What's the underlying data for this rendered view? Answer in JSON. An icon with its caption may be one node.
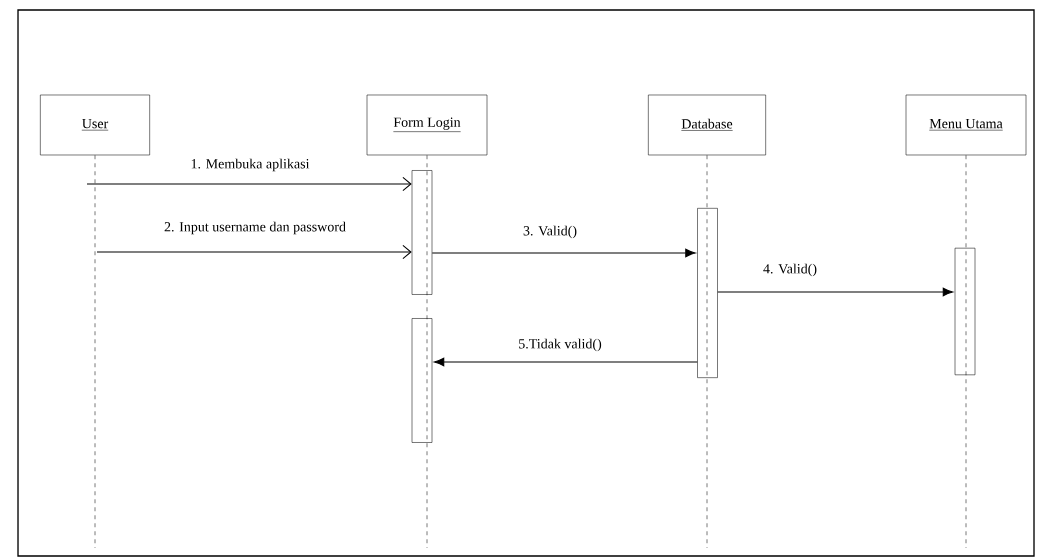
{
  "diagram": {
    "nodes": [
      {
        "text": [
          "User"
        ]
      },
      {
        "text": [
          "Form Login"
        ]
      },
      {
        "text": [
          "Database"
        ]
      },
      {
        "text": [
          "Menu Utama"
        ]
      },
      {
        "text": [],
        "shape": "bar"
      },
      {
        "text": [],
        "shape": "bar"
      },
      {
        "text": [],
        "shape": "bar"
      },
      {
        "text": [],
        "shape": "bar"
      }
    ],
    "edges": [
      {
        "from": 0,
        "to": null,
        "arrow": "none",
        "style": "dashed"
      },
      {
        "from": 1,
        "to": null,
        "arrow": "none",
        "style": "dashed"
      },
      {
        "from": 2,
        "to": null,
        "arrow": "none",
        "style": "dashed"
      },
      {
        "from": 3,
        "to": null,
        "arrow": "none",
        "style": "dashed"
      },
      {
        "from": null,
        "to": 4,
        "arrow": "to",
        "label": "1. Membuka aplikasi"
      },
      {
        "from": null,
        "to": 4,
        "arrow": "to",
        "label": "2. Input username dan password"
      },
      {
        "from": 4,
        "to": 5,
        "arrow": "to",
        "label": "3. Valid()"
      },
      {
        "from": 5,
        "to": 6,
        "arrow": "to",
        "label": "4. Valid()"
      },
      {
        "from": 5,
        "to": 7,
        "arrow": "to",
        "label": "5.Tidak valid()"
      }
    ]
  }
}
